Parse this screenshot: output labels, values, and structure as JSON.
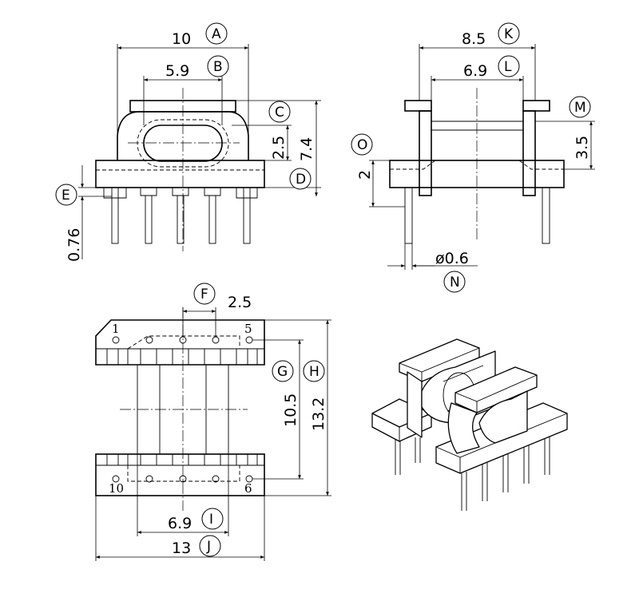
{
  "dimensions": {
    "A": "10",
    "B": "5.9",
    "C": "2.5",
    "D": "7.4",
    "E": "0.76",
    "F": "2.5",
    "G": "10.5",
    "H": "13.2",
    "I": "6.9",
    "J": "13",
    "K": "8.5",
    "L": "6.9",
    "M": "3.5",
    "N": "ø0.6",
    "O": "2"
  },
  "callouts": [
    "A",
    "B",
    "C",
    "D",
    "E",
    "F",
    "G",
    "H",
    "I",
    "J",
    "K",
    "L",
    "M",
    "N",
    "O"
  ],
  "pins": {
    "p1": "1",
    "p5": "5",
    "p6": "6",
    "p10": "10"
  }
}
